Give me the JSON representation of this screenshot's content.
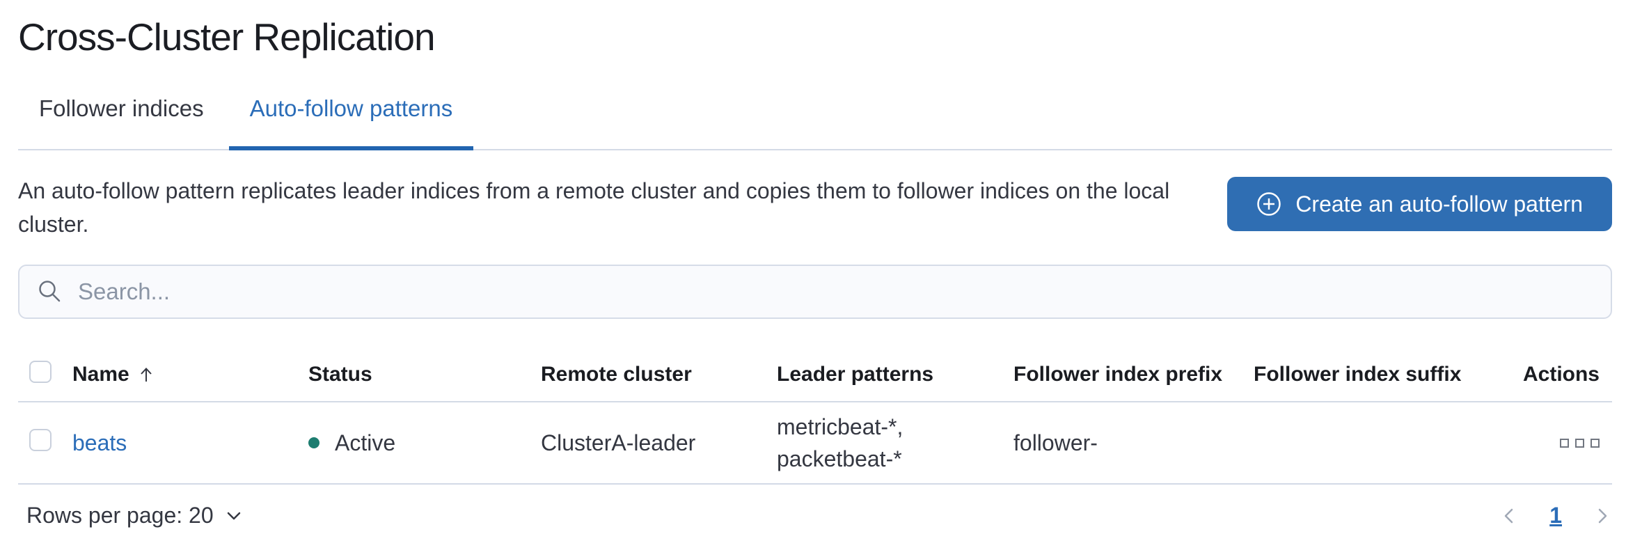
{
  "page_title": "Cross-Cluster Replication",
  "tabs": [
    {
      "label": "Follower indices",
      "active": false
    },
    {
      "label": "Auto-follow patterns",
      "active": true
    }
  ],
  "intro": {
    "description": "An auto-follow pattern replicates leader indices from a remote cluster and copies them to follower indices on the local cluster.",
    "create_button_label": "Create an auto-follow pattern"
  },
  "search": {
    "placeholder": "Search..."
  },
  "table": {
    "columns": [
      {
        "label": "Name",
        "sort": "ascending"
      },
      {
        "label": "Status"
      },
      {
        "label": "Remote cluster"
      },
      {
        "label": "Leader patterns"
      },
      {
        "label": "Follower index prefix"
      },
      {
        "label": "Follower index suffix"
      },
      {
        "label": "Actions"
      }
    ],
    "rows": [
      {
        "name": "beats",
        "status": "Active",
        "remote_cluster": "ClusterA-leader",
        "leader_patterns": [
          "metricbeat-*,",
          "packetbeat-*"
        ],
        "follower_index_prefix": "follower-",
        "follower_index_suffix": ""
      }
    ]
  },
  "footer": {
    "rows_per_page_label": "Rows per page: 20",
    "pagination": {
      "current_page": "1"
    }
  },
  "colors": {
    "primary_blue": "#2b6db8",
    "button_blue": "#2f6eb3",
    "tab_underline_blue": "#2265b0",
    "status_active_teal": "#1d7d70",
    "border_gray": "#d3dae6",
    "text_dark": "#343741"
  }
}
